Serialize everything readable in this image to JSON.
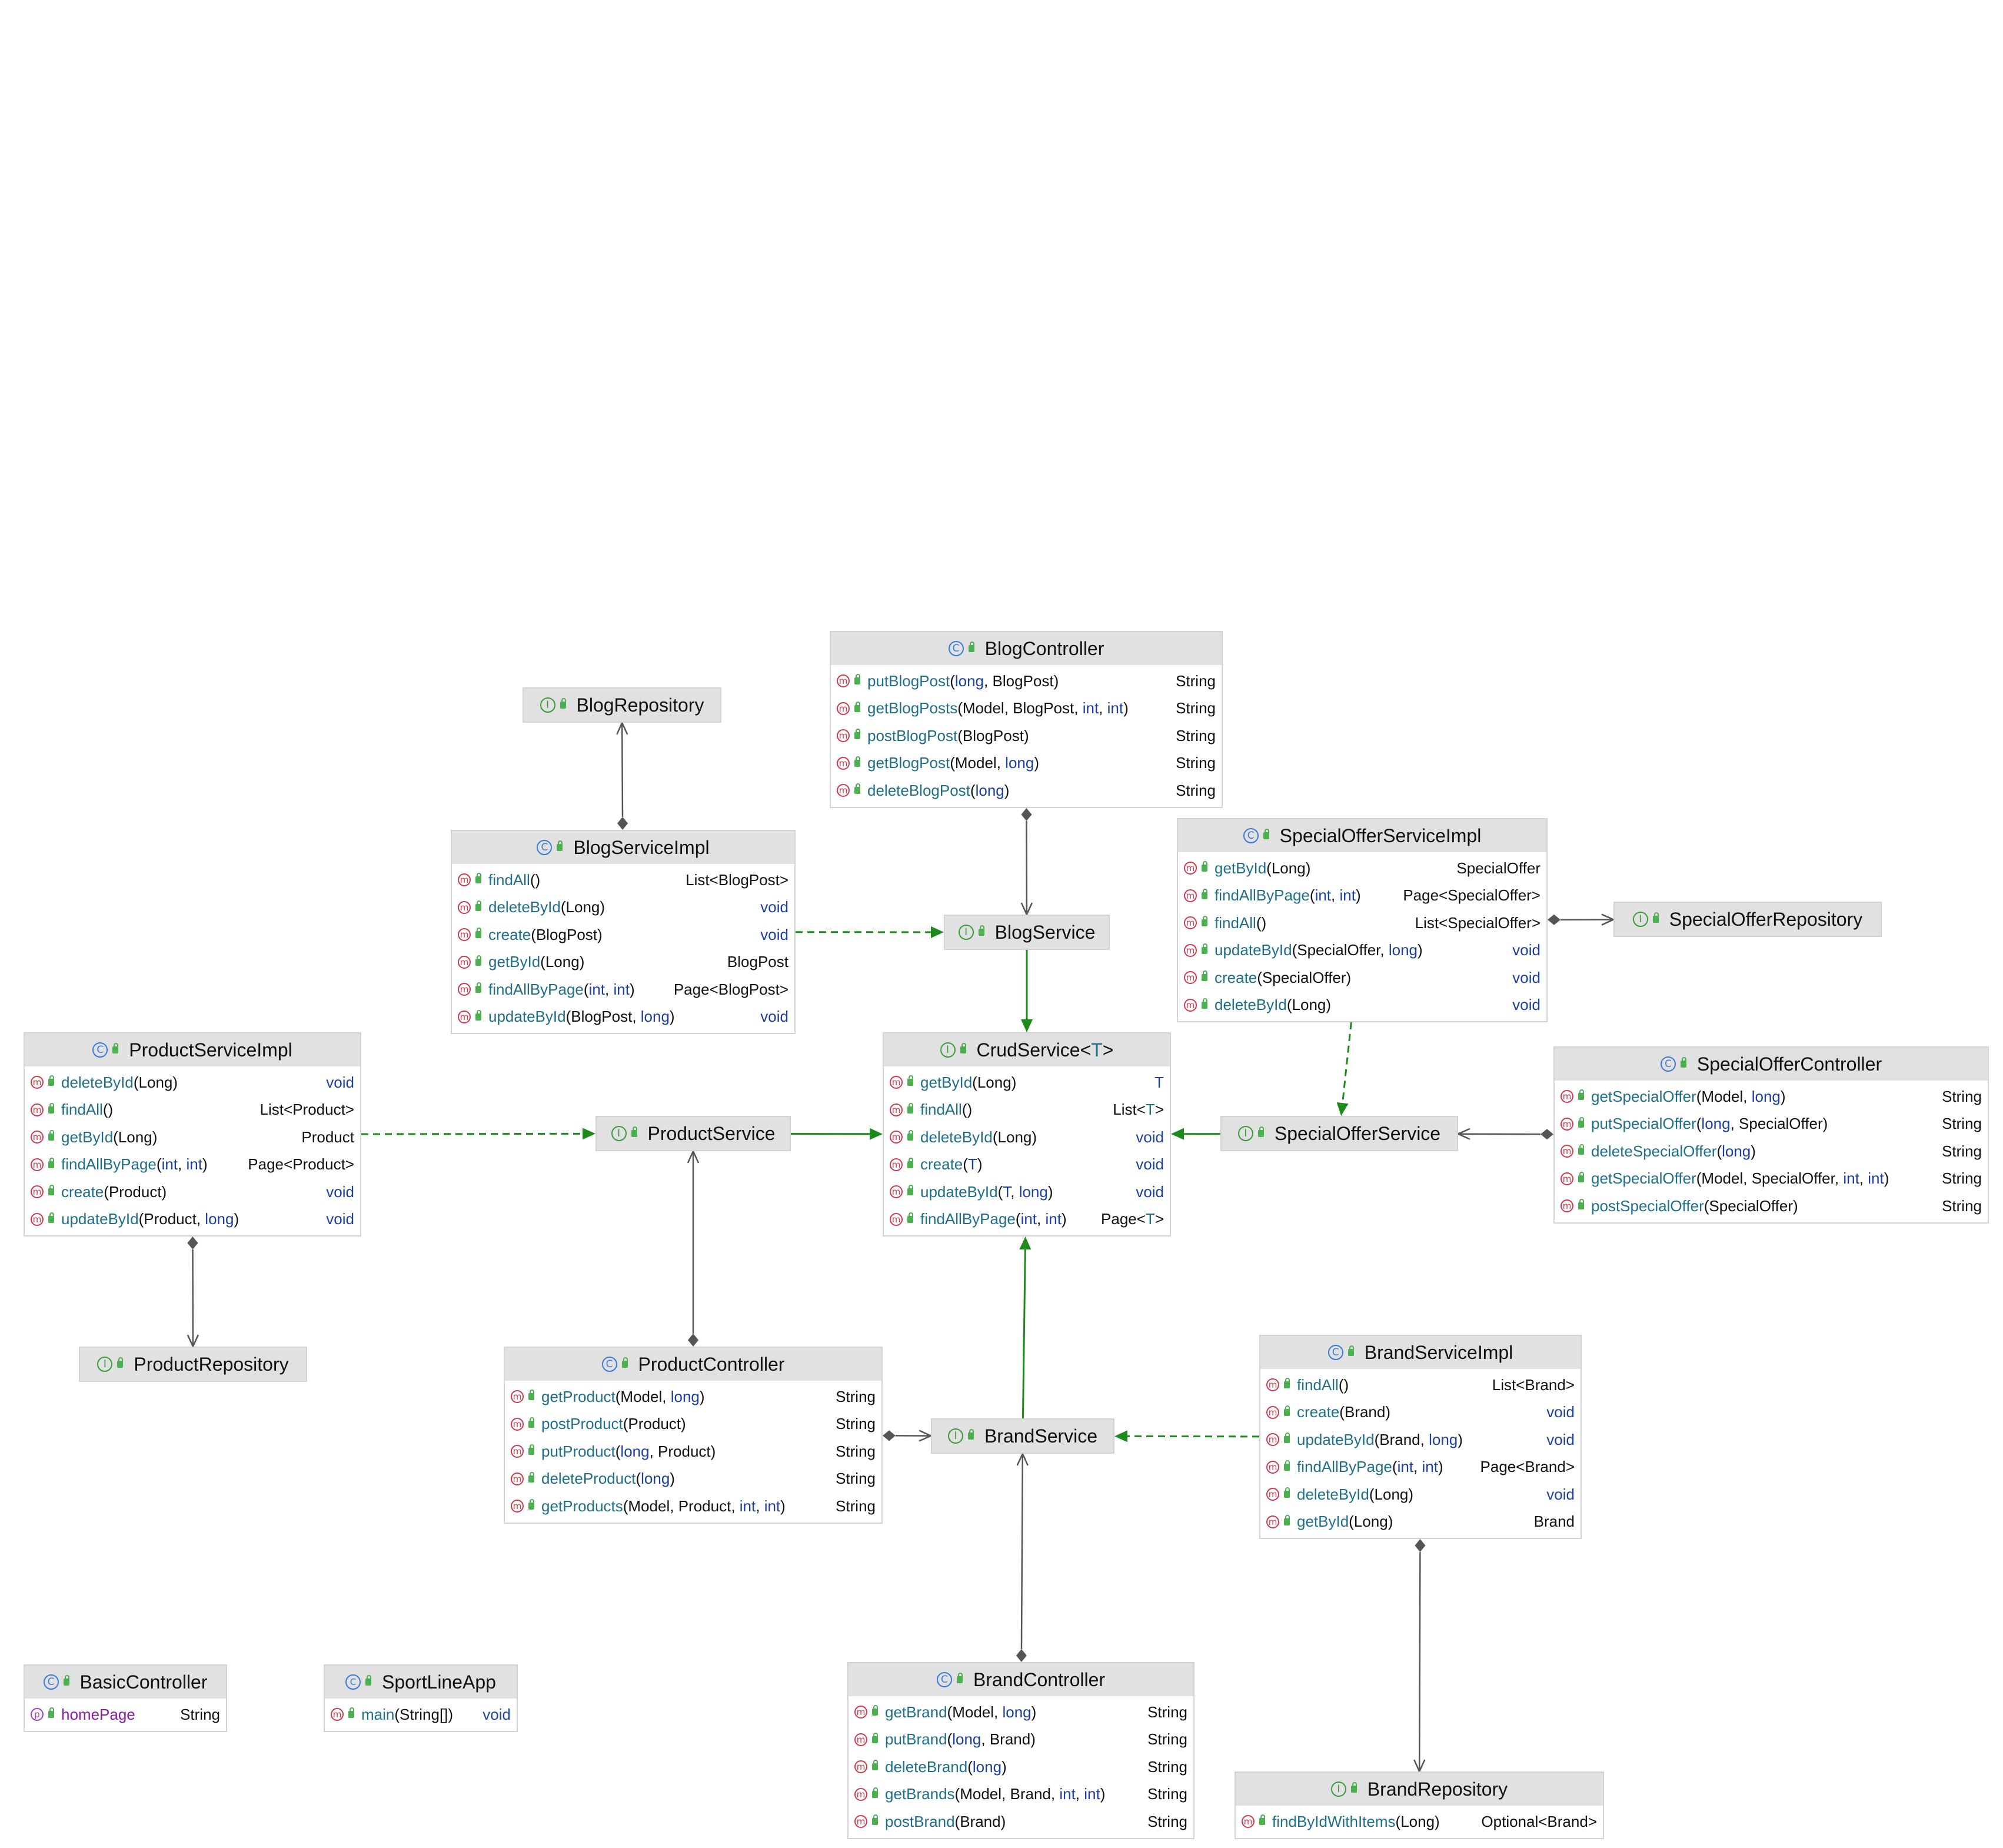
{
  "classes": [
    {
      "id": "BlogController",
      "kind": "c",
      "title": "BlogController",
      "methods": [
        {
          "name": "putBlogPost",
          "params": [
            "long",
            "BlogPost"
          ],
          "ret": "String"
        },
        {
          "name": "getBlogPosts",
          "params": [
            "Model",
            "BlogPost",
            "int",
            "int"
          ],
          "ret": "String"
        },
        {
          "name": "postBlogPost",
          "params": [
            "BlogPost"
          ],
          "ret": "String"
        },
        {
          "name": "getBlogPost",
          "params": [
            "Model",
            "long"
          ],
          "ret": "String"
        },
        {
          "name": "deleteBlogPost",
          "params": [
            "long"
          ],
          "ret": "String"
        }
      ]
    },
    {
      "id": "BlogRepository",
      "kind": "i",
      "title": "BlogRepository",
      "methods": []
    },
    {
      "id": "BlogServiceImpl",
      "kind": "c",
      "title": "BlogServiceImpl",
      "methods": [
        {
          "name": "findAll",
          "params": [],
          "ret": "List<BlogPost>"
        },
        {
          "name": "deleteById",
          "params": [
            "Long"
          ],
          "ret": "void"
        },
        {
          "name": "create",
          "params": [
            "BlogPost"
          ],
          "ret": "void"
        },
        {
          "name": "getById",
          "params": [
            "Long"
          ],
          "ret": "BlogPost"
        },
        {
          "name": "findAllByPage",
          "params": [
            "int",
            "int"
          ],
          "ret": "Page<BlogPost>"
        },
        {
          "name": "updateById",
          "params": [
            "BlogPost",
            "long"
          ],
          "ret": "void"
        }
      ]
    },
    {
      "id": "BlogService",
      "kind": "i",
      "title": "BlogService",
      "methods": []
    },
    {
      "id": "SpecialOfferServiceImpl",
      "kind": "c",
      "title": "SpecialOfferServiceImpl",
      "methods": [
        {
          "name": "getById",
          "params": [
            "Long"
          ],
          "ret": "SpecialOffer"
        },
        {
          "name": "findAllByPage",
          "params": [
            "int",
            "int"
          ],
          "ret": "Page<SpecialOffer>"
        },
        {
          "name": "findAll",
          "params": [],
          "ret": "List<SpecialOffer>"
        },
        {
          "name": "updateById",
          "params": [
            "SpecialOffer",
            "long"
          ],
          "ret": "void"
        },
        {
          "name": "create",
          "params": [
            "SpecialOffer"
          ],
          "ret": "void"
        },
        {
          "name": "deleteById",
          "params": [
            "Long"
          ],
          "ret": "void"
        }
      ]
    },
    {
      "id": "SpecialOfferRepository",
      "kind": "i",
      "title": "SpecialOfferRepository",
      "methods": []
    },
    {
      "id": "ProductServiceImpl",
      "kind": "c",
      "title": "ProductServiceImpl",
      "methods": [
        {
          "name": "deleteById",
          "params": [
            "Long"
          ],
          "ret": "void"
        },
        {
          "name": "findAll",
          "params": [],
          "ret": "List<Product>"
        },
        {
          "name": "getById",
          "params": [
            "Long"
          ],
          "ret": "Product"
        },
        {
          "name": "findAllByPage",
          "params": [
            "int",
            "int"
          ],
          "ret": "Page<Product>"
        },
        {
          "name": "create",
          "params": [
            "Product"
          ],
          "ret": "void"
        },
        {
          "name": "updateById",
          "params": [
            "Product",
            "long"
          ],
          "ret": "void"
        }
      ]
    },
    {
      "id": "ProductService",
      "kind": "i",
      "title": "ProductService",
      "methods": []
    },
    {
      "id": "CrudService",
      "kind": "i",
      "title": "CrudService<T>",
      "methods": [
        {
          "name": "getById",
          "params": [
            "Long"
          ],
          "ret": "T"
        },
        {
          "name": "findAll",
          "params": [],
          "ret": "List<T>"
        },
        {
          "name": "deleteById",
          "params": [
            "Long"
          ],
          "ret": "void"
        },
        {
          "name": "create",
          "params": [
            "T"
          ],
          "ret": "void"
        },
        {
          "name": "updateById",
          "params": [
            "T",
            "long"
          ],
          "ret": "void"
        },
        {
          "name": "findAllByPage",
          "params": [
            "int",
            "int"
          ],
          "ret": "Page<T>"
        }
      ]
    },
    {
      "id": "SpecialOfferService",
      "kind": "i",
      "title": "SpecialOfferService",
      "methods": []
    },
    {
      "id": "SpecialOfferController",
      "kind": "c",
      "title": "SpecialOfferController",
      "methods": [
        {
          "name": "getSpecialOffer",
          "params": [
            "Model",
            "long"
          ],
          "ret": "String"
        },
        {
          "name": "putSpecialOffer",
          "params": [
            "long",
            "SpecialOffer"
          ],
          "ret": "String"
        },
        {
          "name": "deleteSpecialOffer",
          "params": [
            "long"
          ],
          "ret": "String"
        },
        {
          "name": "getSpecialOffer",
          "params": [
            "Model",
            "SpecialOffer",
            "int",
            "int"
          ],
          "ret": "String"
        },
        {
          "name": "postSpecialOffer",
          "params": [
            "SpecialOffer"
          ],
          "ret": "String"
        }
      ]
    },
    {
      "id": "ProductRepository",
      "kind": "i",
      "title": "ProductRepository",
      "methods": []
    },
    {
      "id": "ProductController",
      "kind": "c",
      "title": "ProductController",
      "methods": [
        {
          "name": "getProduct",
          "params": [
            "Model",
            "long"
          ],
          "ret": "String"
        },
        {
          "name": "postProduct",
          "params": [
            "Product"
          ],
          "ret": "String"
        },
        {
          "name": "putProduct",
          "params": [
            "long",
            "Product"
          ],
          "ret": "String"
        },
        {
          "name": "deleteProduct",
          "params": [
            "long"
          ],
          "ret": "String"
        },
        {
          "name": "getProducts",
          "params": [
            "Model",
            "Product",
            "int",
            "int"
          ],
          "ret": "String"
        }
      ]
    },
    {
      "id": "BrandServiceImpl",
      "kind": "c",
      "title": "BrandServiceImpl",
      "methods": [
        {
          "name": "findAll",
          "params": [],
          "ret": "List<Brand>"
        },
        {
          "name": "create",
          "params": [
            "Brand"
          ],
          "ret": "void"
        },
        {
          "name": "updateById",
          "params": [
            "Brand",
            "long"
          ],
          "ret": "void"
        },
        {
          "name": "findAllByPage",
          "params": [
            "int",
            "int"
          ],
          "ret": "Page<Brand>"
        },
        {
          "name": "deleteById",
          "params": [
            "Long"
          ],
          "ret": "void"
        },
        {
          "name": "getById",
          "params": [
            "Long"
          ],
          "ret": "Brand"
        }
      ]
    },
    {
      "id": "BrandService",
      "kind": "i",
      "title": "BrandService",
      "methods": []
    },
    {
      "id": "BasicController",
      "kind": "c",
      "title": "BasicController",
      "properties": [
        {
          "name": "homePage",
          "type": "String"
        }
      ],
      "methods": []
    },
    {
      "id": "SportLineApp",
      "kind": "ca",
      "title": "SportLineApp",
      "methods": [
        {
          "name": "main",
          "params": [
            "String[]"
          ],
          "ret": "void"
        }
      ]
    },
    {
      "id": "BrandController",
      "kind": "c",
      "title": "BrandController",
      "methods": [
        {
          "name": "getBrand",
          "params": [
            "Model",
            "long"
          ],
          "ret": "String"
        },
        {
          "name": "putBrand",
          "params": [
            "long",
            "Brand"
          ],
          "ret": "String"
        },
        {
          "name": "deleteBrand",
          "params": [
            "long"
          ],
          "ret": "String"
        },
        {
          "name": "getBrands",
          "params": [
            "Model",
            "Brand",
            "int",
            "int"
          ],
          "ret": "String"
        },
        {
          "name": "postBrand",
          "params": [
            "Brand"
          ],
          "ret": "String"
        }
      ]
    },
    {
      "id": "BrandRepository",
      "kind": "i",
      "title": "BrandRepository",
      "methods": [
        {
          "name": "findByIdWithItems",
          "params": [
            "Long"
          ],
          "ret": "Optional<Brand>"
        }
      ]
    }
  ],
  "relations": [
    {
      "from": "BlogServiceImpl",
      "to": "BlogRepository",
      "type": "composition"
    },
    {
      "from": "BlogController",
      "to": "BlogService",
      "type": "composition"
    },
    {
      "from": "BlogServiceImpl",
      "to": "BlogService",
      "type": "implements"
    },
    {
      "from": "BlogService",
      "to": "CrudService",
      "type": "extends"
    },
    {
      "from": "SpecialOfferServiceImpl",
      "to": "SpecialOfferRepository",
      "type": "composition"
    },
    {
      "from": "SpecialOfferServiceImpl",
      "to": "SpecialOfferService",
      "type": "implements"
    },
    {
      "from": "SpecialOfferService",
      "to": "CrudService",
      "type": "extends"
    },
    {
      "from": "SpecialOfferController",
      "to": "SpecialOfferService",
      "type": "composition"
    },
    {
      "from": "ProductServiceImpl",
      "to": "ProductService",
      "type": "implements"
    },
    {
      "from": "ProductService",
      "to": "CrudService",
      "type": "extends"
    },
    {
      "from": "ProductServiceImpl",
      "to": "ProductRepository",
      "type": "composition"
    },
    {
      "from": "ProductController",
      "to": "ProductService",
      "type": "composition"
    },
    {
      "from": "ProductController",
      "to": "BrandService",
      "type": "composition"
    },
    {
      "from": "BrandService",
      "to": "CrudService",
      "type": "extends"
    },
    {
      "from": "BrandServiceImpl",
      "to": "BrandService",
      "type": "implements"
    },
    {
      "from": "BrandController",
      "to": "BrandService",
      "type": "composition"
    },
    {
      "from": "BrandServiceImpl",
      "to": "BrandRepository",
      "type": "composition"
    }
  ],
  "keywords": [
    "void",
    "int",
    "long",
    "T"
  ]
}
